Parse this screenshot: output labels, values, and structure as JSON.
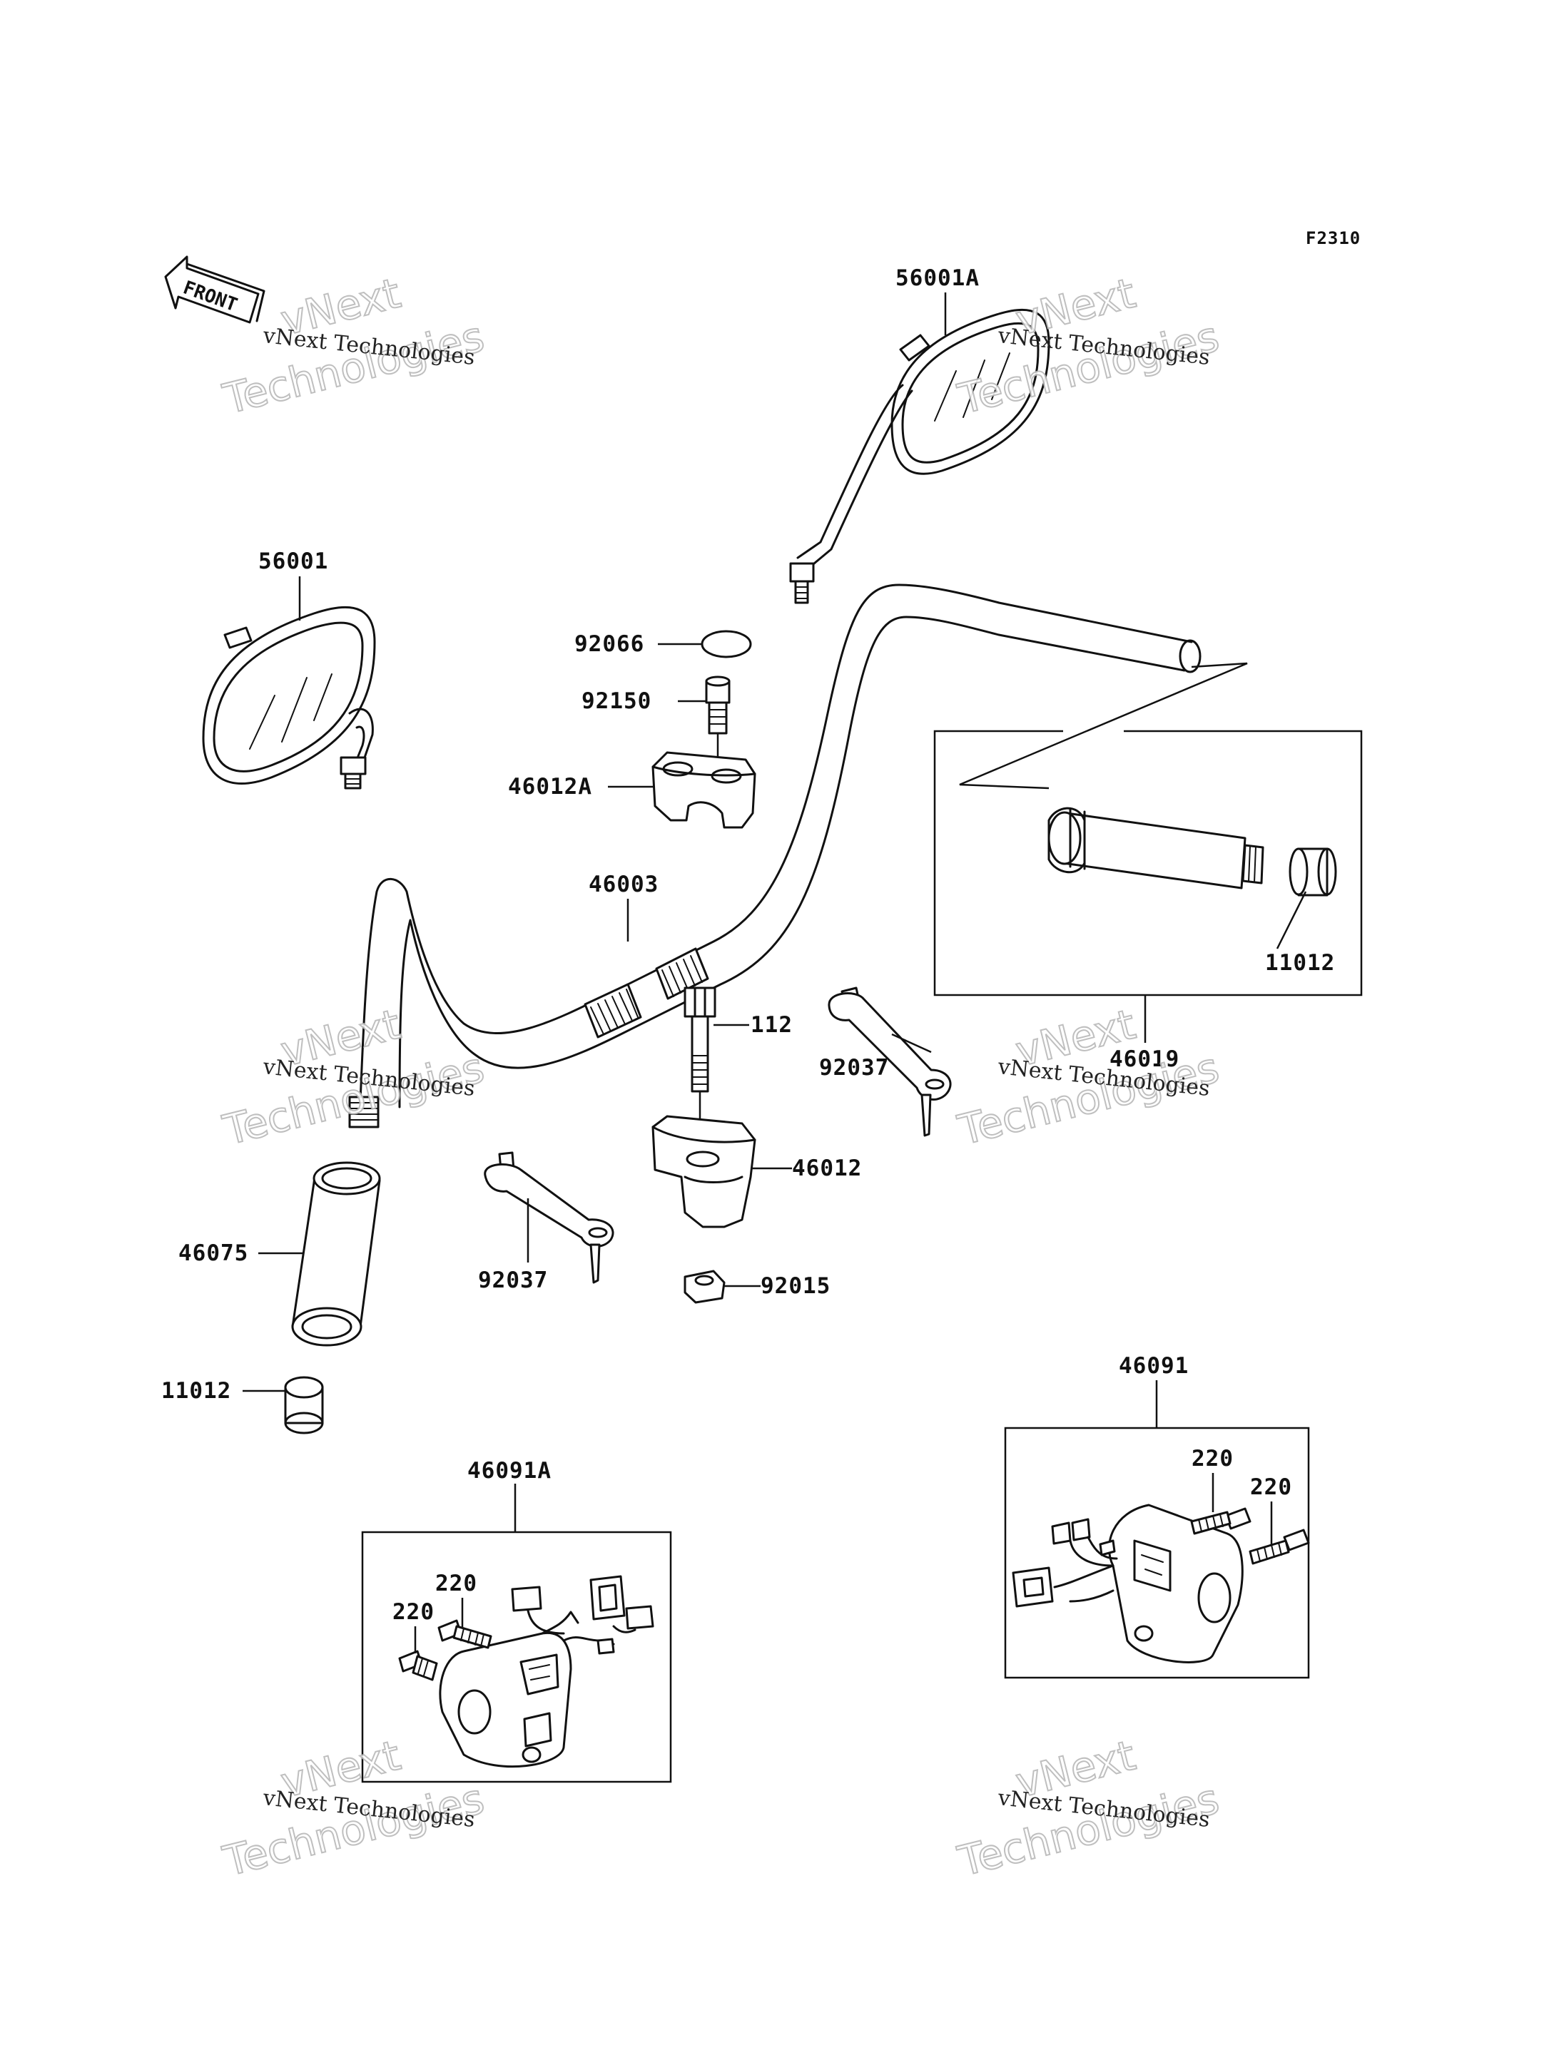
{
  "figure_code": "F2310",
  "front_label": "FRONT",
  "watermark": {
    "small": "vNext Technologies",
    "big_line1": "vNext",
    "big_line2": "Technologies"
  },
  "parts": {
    "p56001A": "56001A",
    "p56001": "56001",
    "p92066": "92066",
    "p92150": "92150",
    "p46012A": "46012A",
    "p46003": "46003",
    "p11012_right": "11012",
    "p46019": "46019",
    "p112": "112",
    "p92037_right": "92037",
    "p46012": "46012",
    "p92037_left": "92037",
    "p92015": "92015",
    "p46075": "46075",
    "p11012_left": "11012",
    "p46091": "46091",
    "p220_r1": "220",
    "p220_r2": "220",
    "p46091A": "46091A",
    "p220_l1": "220",
    "p220_l2": "220"
  }
}
